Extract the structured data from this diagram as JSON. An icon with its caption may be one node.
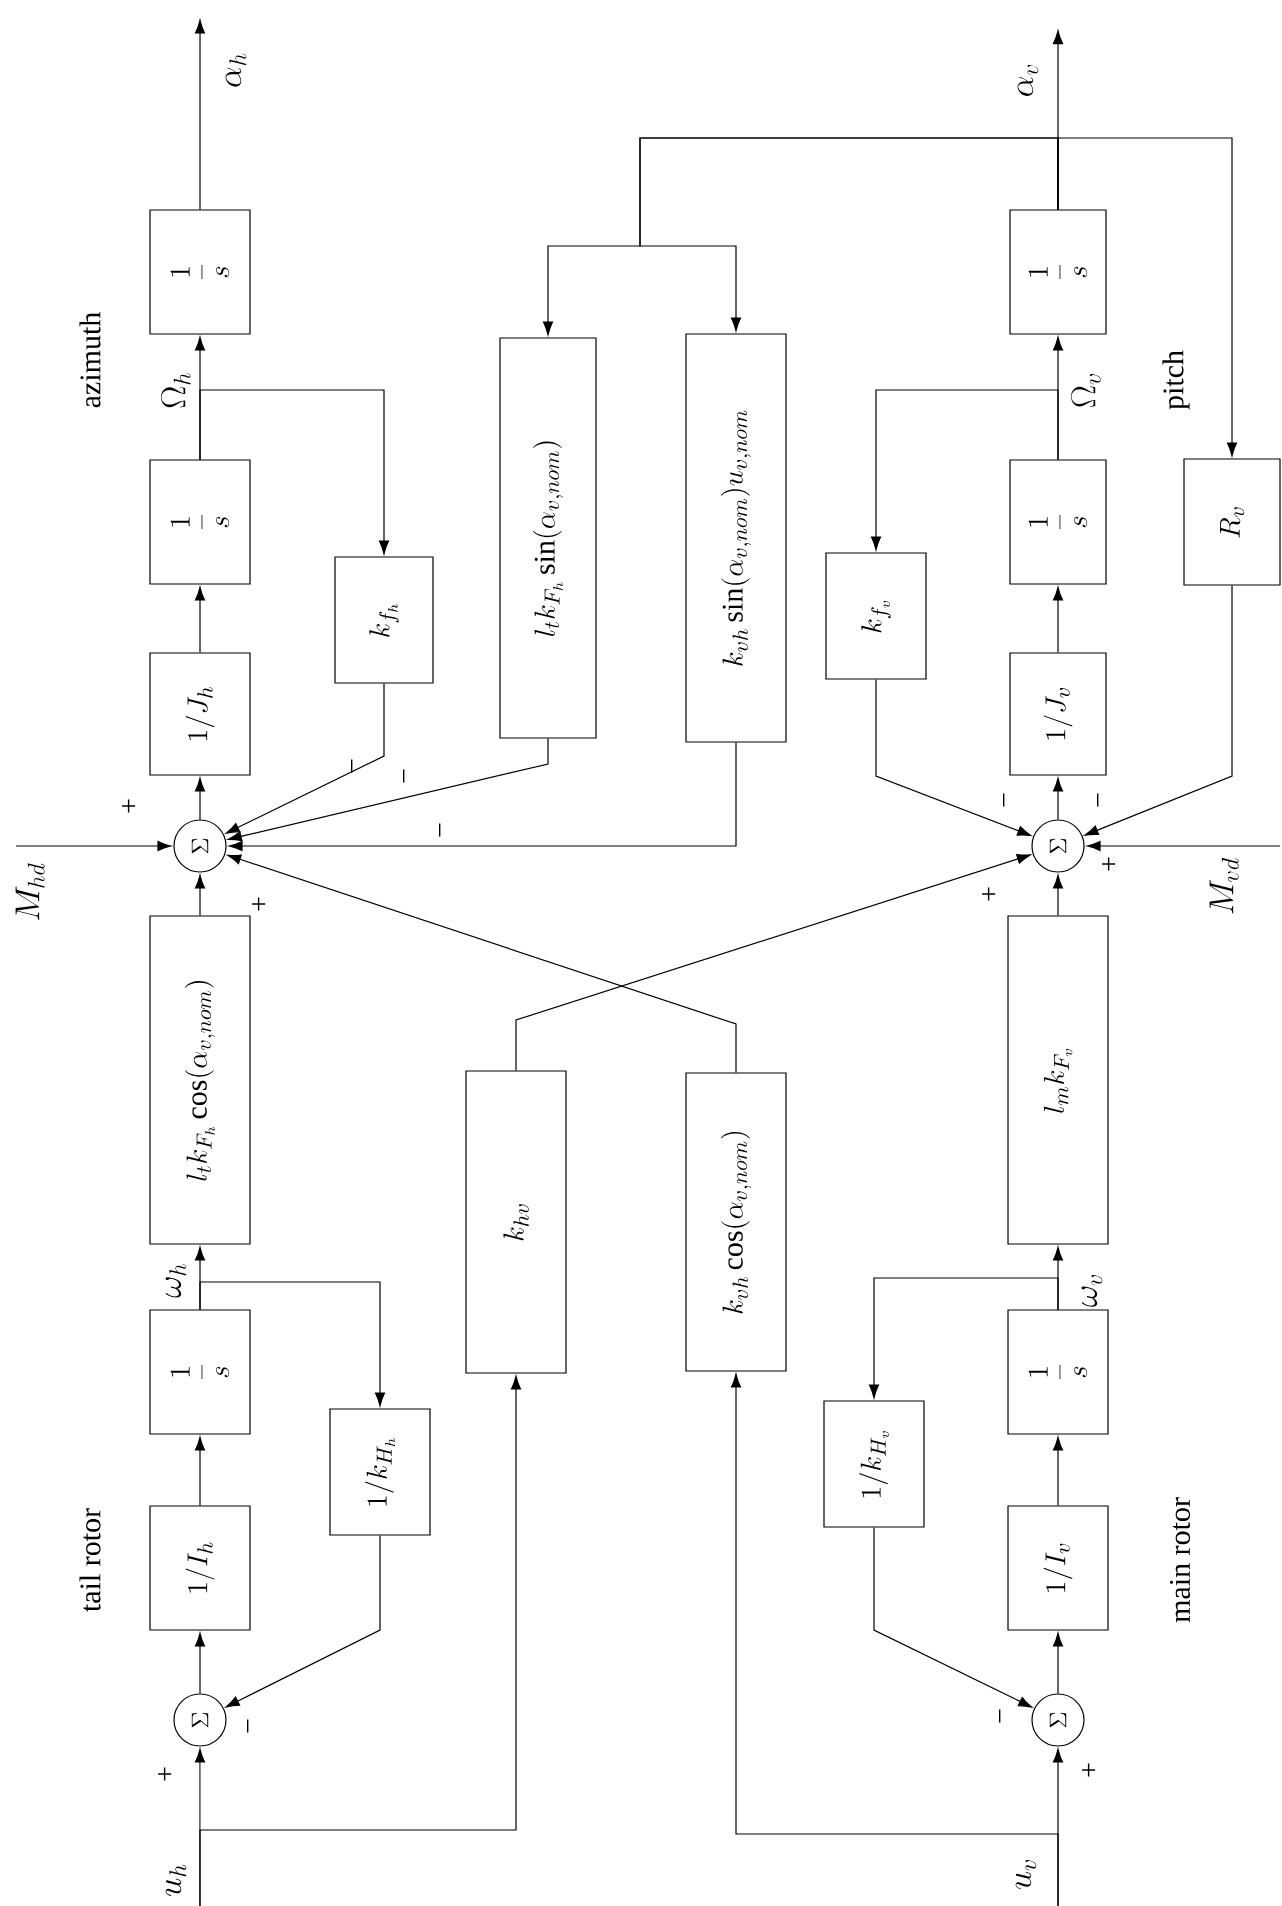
{
  "diagram": {
    "nodes": [
      {
        "text": [
          "\\frac{1}{s}"
        ]
      },
      {
        "text": [
          "\\frac{1}{s}"
        ]
      },
      {
        "text": [
          "1/J_h"
        ]
      },
      {
        "text": [
          "\\Sigma"
        ]
      },
      {
        "text": [
          "k_{f_h}"
        ]
      },
      {
        "text": [
          "l_t k_{F_h}\\sin(\\alpha_{v,nom})"
        ]
      },
      {
        "text": [
          "k_{vh}\\sin(\\alpha_{v,nom})u_{v,nom}"
        ]
      },
      {
        "text": [
          "\\frac{1}{s}"
        ]
      },
      {
        "text": [
          "\\frac{1}{s}"
        ]
      },
      {
        "text": [
          "1/J_v"
        ]
      },
      {
        "text": [
          "\\Sigma"
        ]
      },
      {
        "text": [
          "k_{f_v}"
        ]
      },
      {
        "text": [
          "R_v"
        ]
      },
      {
        "text": [
          "l_t k_{F_h}\\cos(\\alpha_{v,nom})"
        ]
      },
      {
        "text": [
          "\\frac{1}{s}"
        ]
      },
      {
        "text": [
          "1/I_h"
        ]
      },
      {
        "text": [
          "\\Sigma"
        ]
      },
      {
        "text": [
          "1/k_{H_h}"
        ]
      },
      {
        "text": [
          "k_{hv}"
        ]
      },
      {
        "text": [
          "k_{vh}\\cos(\\alpha_{v,nom})"
        ]
      },
      {
        "text": [
          "l_m k_{F_v}"
        ]
      },
      {
        "text": [
          "\\frac{1}{s}"
        ]
      },
      {
        "text": [
          "1/I_v"
        ]
      },
      {
        "text": [
          "\\Sigma"
        ]
      },
      {
        "text": [
          "1/k_{H_v}"
        ]
      },
      {
        "text": [
          "\\alpha_h"
        ]
      },
      {
        "text": [
          "\\alpha_v"
        ]
      }
    ],
    "edges": [
      {
        "from": 0,
        "to": 25,
        "arrow": "to"
      },
      {
        "from": 1,
        "to": 0,
        "arrow": "to"
      },
      {
        "from": 2,
        "to": 1,
        "arrow": "to"
      },
      {
        "from": 3,
        "to": 2,
        "arrow": "to"
      },
      {
        "from": 1,
        "to": 4,
        "arrow": "to"
      },
      {
        "from": 4,
        "to": 3,
        "arrow": "to"
      },
      {
        "from": 5,
        "to": 3,
        "arrow": "to"
      },
      {
        "from": 6,
        "to": 3,
        "arrow": "to"
      },
      {
        "from": null,
        "to": 3,
        "arrow": "to"
      },
      {
        "from": 13,
        "to": 3,
        "arrow": "to"
      },
      {
        "from": 19,
        "to": 3,
        "arrow": "to"
      },
      {
        "from": 7,
        "to": 26,
        "arrow": "to"
      },
      {
        "from": 8,
        "to": 7,
        "arrow": "to"
      },
      {
        "from": 9,
        "to": 8,
        "arrow": "to"
      },
      {
        "from": 10,
        "to": 9,
        "arrow": "to"
      },
      {
        "from": 8,
        "to": 11,
        "arrow": "to"
      },
      {
        "from": 11,
        "to": 10,
        "arrow": "to"
      },
      {
        "from": 12,
        "to": 10,
        "arrow": "to"
      },
      {
        "from": null,
        "to": 10,
        "arrow": "to"
      },
      {
        "from": 20,
        "to": 10,
        "arrow": "to"
      },
      {
        "from": 18,
        "to": 10,
        "arrow": "to"
      },
      {
        "from": 7,
        "to": 12,
        "arrow": "to"
      },
      {
        "from": 7,
        "to": 5,
        "arrow": "to"
      },
      {
        "from": 7,
        "to": 6,
        "arrow": "to"
      },
      {
        "from": 14,
        "to": 13,
        "arrow": "to"
      },
      {
        "from": 15,
        "to": 14,
        "arrow": "to"
      },
      {
        "from": 16,
        "to": 15,
        "arrow": "to"
      },
      {
        "from": null,
        "to": 16,
        "arrow": "to"
      },
      {
        "from": null,
        "to": 18,
        "arrow": "to"
      },
      {
        "from": 14,
        "to": 17,
        "arrow": "to"
      },
      {
        "from": 17,
        "to": 16,
        "arrow": "to"
      },
      {
        "from": 21,
        "to": 20,
        "arrow": "to"
      },
      {
        "from": 22,
        "to": 21,
        "arrow": "to"
      },
      {
        "from": 23,
        "to": 22,
        "arrow": "to"
      },
      {
        "from": null,
        "to": 23,
        "arrow": "to"
      },
      {
        "from": null,
        "to": 19,
        "arrow": "to"
      },
      {
        "from": 21,
        "to": 24,
        "arrow": "to"
      },
      {
        "from": 24,
        "to": 23,
        "arrow": "to"
      }
    ],
    "labels": [
      "azimuth",
      "\\Omega_h",
      "M_{hd}",
      "+",
      "−",
      "−",
      "−",
      "+",
      "pitch",
      "\\Omega_v",
      "−",
      "−",
      "+",
      "+",
      "M_{vd}",
      "tail rotor",
      "\\omega_h",
      "u_h",
      "+",
      "−",
      "main rotor",
      "\\omega_v",
      "u_v",
      "−",
      "+"
    ]
  }
}
